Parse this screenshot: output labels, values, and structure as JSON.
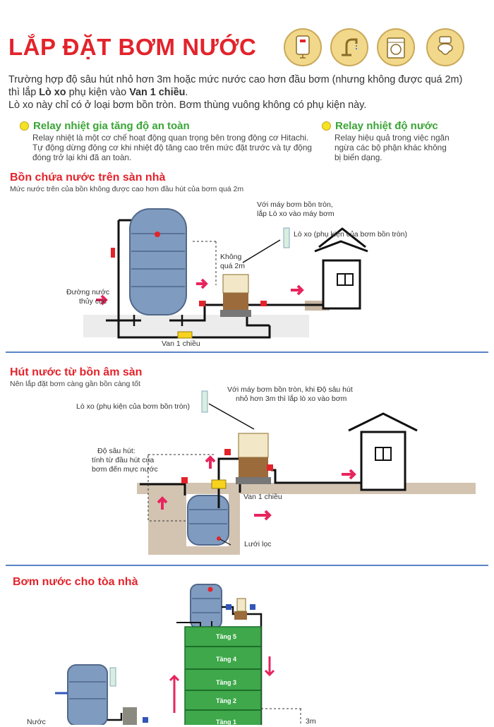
{
  "title": "LẮP ĐẶT BƠM NƯỚC",
  "header_icons": [
    "water-heater-icon",
    "faucet-icon",
    "washing-machine-icon",
    "toilet-icon"
  ],
  "intro": {
    "line1": "Trường hợp độ sâu hút nhỏ hơn 3m hoặc mức nước cao hơn đầu bơm (nhưng không được quá 2m)",
    "line2_pre": "thì lắp ",
    "line2_b1": "Lò xo",
    "line2_mid": " phụ kiện vào ",
    "line2_b2": "Van 1 chiều",
    "line2_end": ".",
    "line3": "Lò xo này chỉ có ở loại bơm bồn tròn. Bơm thùng vuông không có phụ kiện này."
  },
  "features": [
    {
      "title": "Relay nhiệt gia tăng độ an toàn",
      "lines": [
        "Relay nhiệt là một cơ chế hoạt động quan trọng bên trong động cơ Hitachi.",
        "Tự động dừng động cơ khi nhiệt độ tăng cao trên mức đặt trước và tự động",
        "đóng trở lại khi đã an toàn."
      ]
    },
    {
      "title": "Relay nhiệt độ nước",
      "lines": [
        "Relay hiệu quả trong việc ngăn",
        "ngừa các bộ phận khác không",
        "bị biến dạng."
      ]
    }
  ],
  "section1": {
    "title": "Bồn chứa nước trên sàn nhà",
    "subtitle": "Mức nước trên của bồn không được cao hơn đầu hút của bơm quá 2m",
    "label_pump_note_1": "Với máy bơm bồn tròn,",
    "label_pump_note_2": "lắp Lò xo vào máy bơm",
    "label_spring": "Lò xo (phụ kiện của bơm bồn tròn)",
    "label_height_1": "Không",
    "label_height_2": "quá 2m",
    "label_inlet_1": "Đường nước",
    "label_inlet_2": "thủy cục",
    "label_valve": "Van 1 chiều"
  },
  "section2": {
    "title": "Hút nước từ bồn âm sàn",
    "subtitle": "Nên lắp đặt bơm càng gần bồn càng tốt",
    "label_pump_note_1": "Với máy bơm bồn tròn, khi Độ sâu hút",
    "label_pump_note_2": "nhỏ hơn 3m thì lắp lò xo vào bơm",
    "label_spring": "Lò xo (phụ kiện của bơm bồn tròn)",
    "label_depth_1": "Độ sâu hút:",
    "label_depth_2": "tính từ đầu hút của",
    "label_depth_3": "bơm đến mực nước",
    "label_valve": "Van 1 chiều",
    "label_filter": "Lưới lọc"
  },
  "section3": {
    "title": "Bơm nước cho tòa nhà",
    "floors": [
      "Tầng 5",
      "Tầng 4",
      "Tầng 3",
      "Tầng 2",
      "Tầng 1"
    ],
    "label_water": "Nước",
    "label_3m": "3m"
  },
  "colors": {
    "title_red": "#e3232b",
    "feature_green": "#3aa535",
    "building_green": "#3ea84a",
    "divider_blue": "#5a84c6",
    "arrow_pink": "#e8245c"
  }
}
